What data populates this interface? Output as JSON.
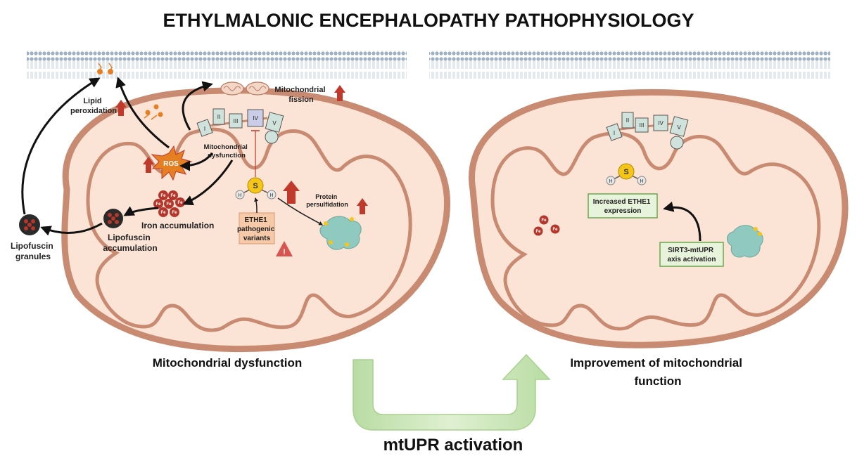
{
  "title": "ETHYLMALONIC ENCEPHALOPATHY PATHOPHYSIOLOGY",
  "left_panel": {
    "caption": "Mitochondrial dysfunction",
    "lipid_peroxidation": [
      "Lipid",
      "peroxidation"
    ],
    "mitochondrial_fission": [
      "Mitochondrial",
      "fission"
    ],
    "mito_dysfunction_label": [
      "Mitochondrial",
      "dysfunction"
    ],
    "ros": "ROS",
    "iron_accumulation": "Iron accumulation",
    "lipofuscin_accumulation": [
      "Lipofuscin",
      "accumulation"
    ],
    "lipofuscin_granules": [
      "Lipofuscin",
      "granules"
    ],
    "ethe1_box": [
      "ETHE1",
      "pathogenic",
      "variants"
    ],
    "protein_persulfidation": [
      "Protein",
      "persulfidation"
    ],
    "complexes": [
      "I",
      "II",
      "III",
      "IV",
      "V"
    ],
    "iron_symbol": "Fe",
    "h2s": {
      "s": "S",
      "h": "H"
    }
  },
  "right_panel": {
    "caption": [
      "Improvement of mitochondrial",
      "function"
    ],
    "increased_ethe1": [
      "Increased ETHE1",
      "expression"
    ],
    "sirt3_box": [
      "SIRT3-mtUPR",
      "axis activation"
    ],
    "complexes": [
      "I",
      "II",
      "III",
      "IV",
      "V"
    ],
    "iron_symbol": "Fe",
    "h2s": {
      "s": "S",
      "h": "H"
    }
  },
  "transition_label": "mtUPR activation",
  "colors": {
    "mito_fill": "#fbe3d6",
    "mito_stroke": "#c98a72",
    "arrow_up_red": "#c0392b",
    "membrane": "#a9b8c8",
    "green_box_fill": "#e8f3dc",
    "green_box_stroke": "#6aa84f",
    "ethe1_box_fill": "#f6c9a8",
    "iron": "#b5362a",
    "sulfur": "#f5c518"
  }
}
